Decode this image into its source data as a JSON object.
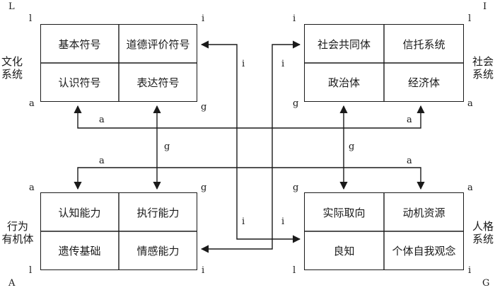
{
  "corners": {
    "top_left": "L",
    "top_right": "I",
    "bottom_left": "A",
    "bottom_right": "G"
  },
  "systems": {
    "culture": {
      "label_line1": "文化",
      "label_line2": "系统",
      "cells": [
        "基本符号",
        "道德评价符号",
        "认识符号",
        "表达符号"
      ],
      "markers": {
        "tl": "l",
        "tr": "i",
        "bl": "a",
        "br": "g"
      }
    },
    "social": {
      "label_line1": "社会",
      "label_line2": "系统",
      "cells": [
        "社会共同体",
        "信托系统",
        "政治体",
        "经济体"
      ],
      "markers": {
        "tl": "i",
        "tr": "l",
        "bl": "g",
        "br": "a"
      }
    },
    "behavior": {
      "label_line1": "行为",
      "label_line2": "有机体",
      "cells": [
        "认知能力",
        "执行能力",
        "遗传基础",
        "情感能力"
      ],
      "markers": {
        "tl": "a",
        "tr": "g",
        "bl": "l",
        "br": "i"
      }
    },
    "personality": {
      "label_line1": "人格",
      "label_line2": "系统",
      "cells": [
        "实际取向",
        "动机资源",
        "良知",
        "个体自我观念"
      ],
      "markers": {
        "tl": "g",
        "tr": "a",
        "bl": "l",
        "br": "i"
      }
    }
  },
  "connector_labels": {
    "i_top_left": "i",
    "i_top_right": "i",
    "i_bottom_left": "i",
    "i_bottom_right": "i",
    "a_top_left": "a",
    "a_top_right": "a",
    "a_mid_left": "a",
    "a_mid_right": "a",
    "g_left": "g",
    "g_right": "g"
  }
}
